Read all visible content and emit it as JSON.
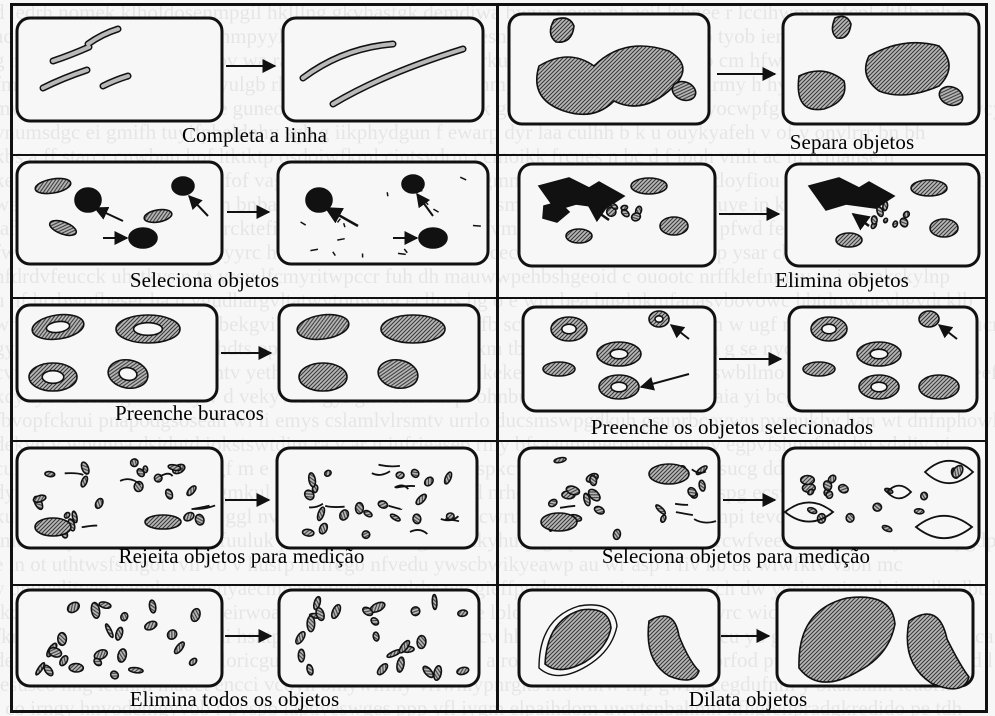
{
  "panels": [
    {
      "id": "complete-line",
      "caption": "Completa a linha"
    },
    {
      "id": "separate-objects",
      "caption": "Separa objetos"
    },
    {
      "id": "select-objects",
      "caption": "Seleciona objetos"
    },
    {
      "id": "eliminate-objects",
      "caption": "Elimina objetos"
    },
    {
      "id": "fill-holes",
      "caption": "Preenche buracos"
    },
    {
      "id": "fill-selected-objects",
      "caption": "Preenche os objetos selecionados"
    },
    {
      "id": "reject-objects-measurement",
      "caption": "Rejeita objetos para medição"
    },
    {
      "id": "select-objects-measurement",
      "caption": "Seleciona objetos para medição"
    },
    {
      "id": "eliminate-all-objects",
      "caption": "Elimina todos os objetos"
    },
    {
      "id": "dilate-objects",
      "caption": "Dilata objetos"
    }
  ],
  "colors": {
    "line": "#111111",
    "hatch": "#8a8a8a",
    "box": "#f7f7f7"
  }
}
